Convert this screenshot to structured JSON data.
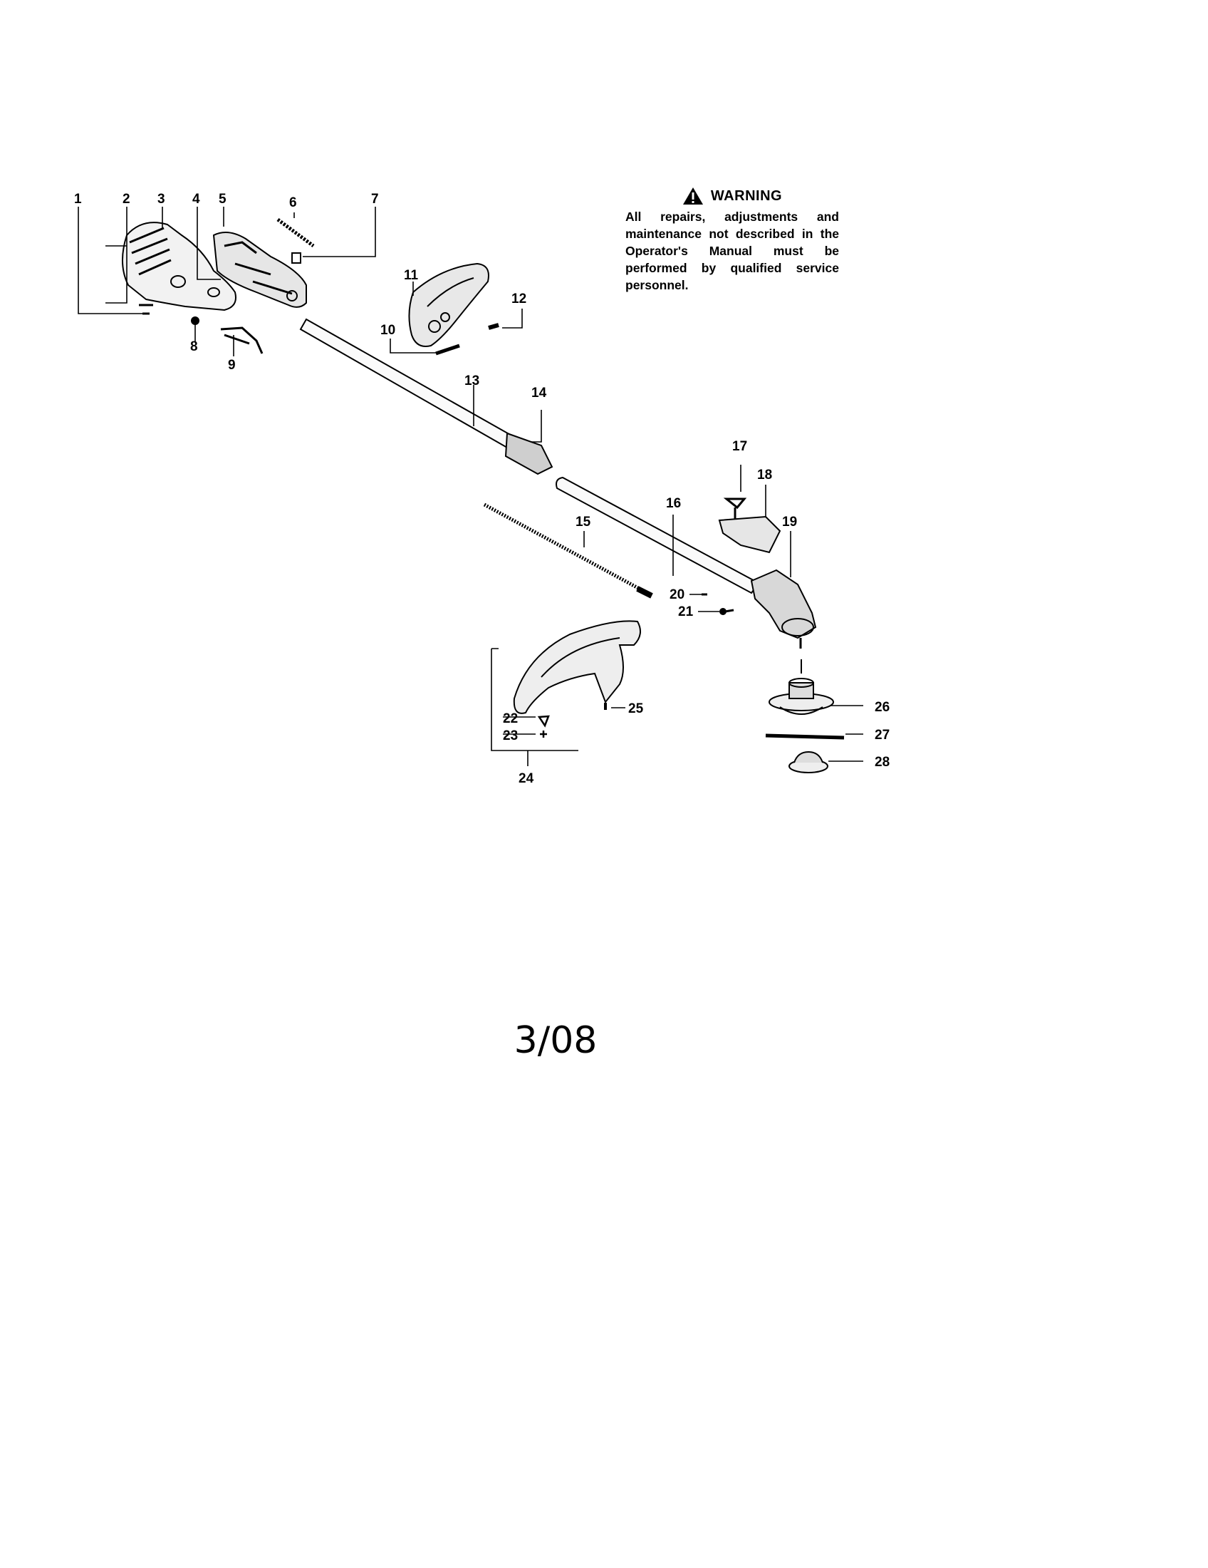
{
  "warning": {
    "title": "WARNING",
    "icon": "warning-triangle-icon",
    "text": "All repairs, adjustments and maintenance not described in the Operator's Manual must be performed by qualified service personnel."
  },
  "page_footer": "3/08",
  "callouts": [
    "1",
    "2",
    "3",
    "4",
    "5",
    "6",
    "7",
    "8",
    "9",
    "10",
    "11",
    "12",
    "13",
    "14",
    "15",
    "16",
    "17",
    "18",
    "19",
    "20",
    "21",
    "22",
    "23",
    "24",
    "25",
    "26",
    "27",
    "28"
  ]
}
